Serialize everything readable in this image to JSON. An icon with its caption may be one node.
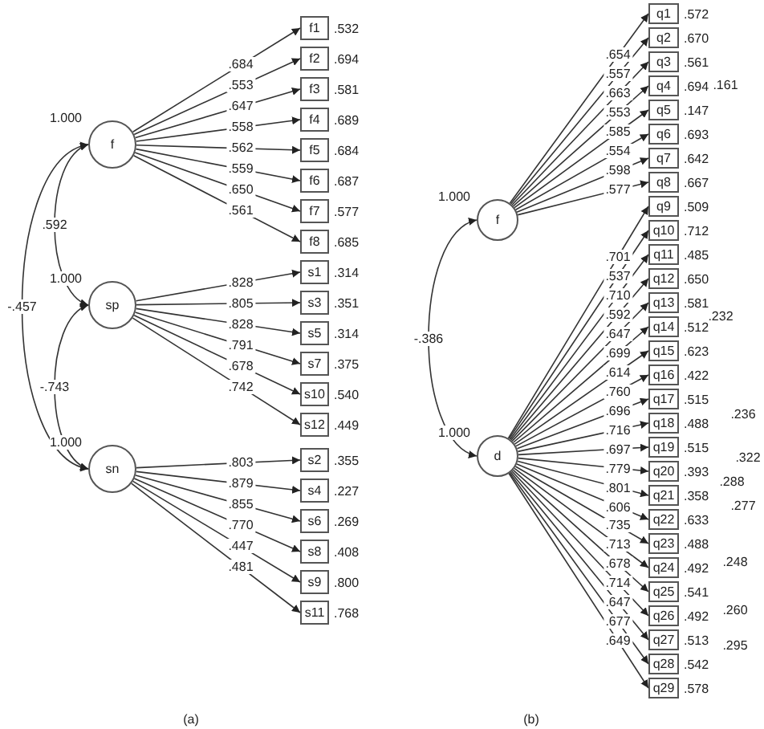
{
  "diagram": {
    "nodes": [
      {
        "text": [
          "f"
        ],
        "beside": [
          "1.000"
        ]
      },
      {
        "text": [
          "f1"
        ],
        "beside": [
          ".532"
        ]
      },
      {
        "text": [
          "f2"
        ],
        "beside": [
          ".694"
        ]
      },
      {
        "text": [
          "f3"
        ],
        "beside": [
          ".581"
        ]
      },
      {
        "text": [
          "f4"
        ],
        "beside": [
          ".689"
        ]
      },
      {
        "text": [
          "f5"
        ],
        "beside": [
          ".684"
        ]
      },
      {
        "text": [
          "f6"
        ],
        "beside": [
          ".687"
        ]
      },
      {
        "text": [
          "f7"
        ],
        "beside": [
          ".577"
        ]
      },
      {
        "text": [
          "f8"
        ],
        "beside": [
          ".685"
        ]
      },
      {
        "text": [
          "sp"
        ],
        "beside": [
          "1.000"
        ]
      },
      {
        "text": [
          "s1"
        ],
        "beside": [
          ".314"
        ]
      },
      {
        "text": [
          "s3"
        ],
        "beside": [
          ".351"
        ]
      },
      {
        "text": [
          "s5"
        ],
        "beside": [
          ".314"
        ]
      },
      {
        "text": [
          "s7"
        ],
        "beside": [
          ".375"
        ]
      },
      {
        "text": [
          "s10"
        ],
        "beside": [
          ".540"
        ]
      },
      {
        "text": [
          "s12"
        ],
        "beside": [
          ".449"
        ]
      },
      {
        "text": [
          "sn"
        ],
        "beside": [
          "1.000"
        ]
      },
      {
        "text": [
          "s2"
        ],
        "beside": [
          ".355"
        ]
      },
      {
        "text": [
          "s4"
        ],
        "beside": [
          ".227"
        ]
      },
      {
        "text": [
          "s6"
        ],
        "beside": [
          ".269"
        ]
      },
      {
        "text": [
          "s8"
        ],
        "beside": [
          ".408"
        ]
      },
      {
        "text": [
          "s9"
        ],
        "beside": [
          ".800"
        ]
      },
      {
        "text": [
          "s11"
        ],
        "beside": [
          ".768"
        ]
      },
      {
        "text": [
          "f"
        ],
        "beside": [
          "1.000"
        ]
      },
      {
        "text": [
          "q1"
        ],
        "beside": [
          ".572"
        ]
      },
      {
        "text": [
          "q2"
        ],
        "beside": [
          ".670"
        ]
      },
      {
        "text": [
          "q3"
        ],
        "beside": [
          ".561"
        ]
      },
      {
        "text": [
          "q4"
        ],
        "beside": [
          ".694"
        ]
      },
      {
        "text": [
          "q5"
        ],
        "beside": [
          ".147"
        ]
      },
      {
        "text": [
          "q6"
        ],
        "beside": [
          ".693"
        ]
      },
      {
        "text": [
          "q7"
        ],
        "beside": [
          ".642"
        ]
      },
      {
        "text": [
          "q8"
        ],
        "beside": [
          ".667"
        ]
      },
      {
        "text": [
          "d"
        ],
        "beside": [
          "1.000"
        ]
      },
      {
        "text": [
          "q9"
        ],
        "beside": [
          ".509"
        ]
      },
      {
        "text": [
          "q10"
        ],
        "beside": [
          ".712"
        ]
      },
      {
        "text": [
          "q11"
        ],
        "beside": [
          ".485"
        ]
      },
      {
        "text": [
          "q12"
        ],
        "beside": [
          ".650"
        ]
      },
      {
        "text": [
          "q13"
        ],
        "beside": [
          ".581"
        ]
      },
      {
        "text": [
          "q14"
        ],
        "beside": [
          ".512"
        ]
      },
      {
        "text": [
          "q15"
        ],
        "beside": [
          ".623"
        ]
      },
      {
        "text": [
          "q16"
        ],
        "beside": [
          ".422"
        ]
      },
      {
        "text": [
          "q17"
        ],
        "beside": [
          ".515"
        ]
      },
      {
        "text": [
          "q18"
        ],
        "beside": [
          ".488"
        ]
      },
      {
        "text": [
          "q19"
        ],
        "beside": [
          ".515"
        ]
      },
      {
        "text": [
          "q20"
        ],
        "beside": [
          ".393"
        ]
      },
      {
        "text": [
          "q21"
        ],
        "beside": [
          ".358"
        ]
      },
      {
        "text": [
          "q22"
        ],
        "beside": [
          ".633"
        ]
      },
      {
        "text": [
          "q23"
        ],
        "beside": [
          ".488"
        ]
      },
      {
        "text": [
          "q24"
        ],
        "beside": [
          ".492"
        ]
      },
      {
        "text": [
          "q25"
        ],
        "beside": [
          ".541"
        ]
      },
      {
        "text": [
          "q26"
        ],
        "beside": [
          ".492"
        ]
      },
      {
        "text": [
          "q27"
        ],
        "beside": [
          ".513"
        ]
      },
      {
        "text": [
          "q28"
        ],
        "beside": [
          ".542"
        ]
      },
      {
        "text": [
          "q29"
        ],
        "beside": [
          ".578"
        ]
      }
    ],
    "edges": [
      {
        "from": 0,
        "to": 1,
        "arrow": "to",
        "label": ".684"
      },
      {
        "from": 0,
        "to": 2,
        "arrow": "to",
        "label": ".553"
      },
      {
        "from": 0,
        "to": 3,
        "arrow": "to",
        "label": ".647"
      },
      {
        "from": 0,
        "to": 4,
        "arrow": "to",
        "label": ".558"
      },
      {
        "from": 0,
        "to": 5,
        "arrow": "to",
        "label": ".562"
      },
      {
        "from": 0,
        "to": 6,
        "arrow": "to",
        "label": ".559"
      },
      {
        "from": 0,
        "to": 7,
        "arrow": "to",
        "label": ".650"
      },
      {
        "from": 0,
        "to": 8,
        "arrow": "to",
        "label": ".561"
      },
      {
        "from": 9,
        "to": 10,
        "arrow": "to",
        "label": ".828"
      },
      {
        "from": 9,
        "to": 11,
        "arrow": "to",
        "label": ".805"
      },
      {
        "from": 9,
        "to": 12,
        "arrow": "to",
        "label": ".828"
      },
      {
        "from": 9,
        "to": 13,
        "arrow": "to",
        "label": ".791"
      },
      {
        "from": 9,
        "to": 14,
        "arrow": "to",
        "label": ".678"
      },
      {
        "from": 9,
        "to": 15,
        "arrow": "to",
        "label": ".742"
      },
      {
        "from": 16,
        "to": 17,
        "arrow": "to",
        "label": ".803"
      },
      {
        "from": 16,
        "to": 18,
        "arrow": "to",
        "label": ".879"
      },
      {
        "from": 16,
        "to": 19,
        "arrow": "to",
        "label": ".855"
      },
      {
        "from": 16,
        "to": 20,
        "arrow": "to",
        "label": ".770"
      },
      {
        "from": 16,
        "to": 21,
        "arrow": "to",
        "label": ".447"
      },
      {
        "from": 16,
        "to": 22,
        "arrow": "to",
        "label": ".481"
      },
      {
        "from": 0,
        "to": 9,
        "arrow": "both",
        "label": ".592"
      },
      {
        "from": 0,
        "to": 16,
        "arrow": "both",
        "label": "-.457"
      },
      {
        "from": 9,
        "to": 16,
        "arrow": "both",
        "label": "-.743"
      },
      {
        "from": 23,
        "to": 24,
        "arrow": "to",
        "label": ".654"
      },
      {
        "from": 23,
        "to": 25,
        "arrow": "to",
        "label": ".557"
      },
      {
        "from": 23,
        "to": 26,
        "arrow": "to",
        "label": ".663"
      },
      {
        "from": 23,
        "to": 27,
        "arrow": "to",
        "label": ".553"
      },
      {
        "from": 23,
        "to": 28,
        "arrow": "to",
        "label": ".585"
      },
      {
        "from": 23,
        "to": 29,
        "arrow": "to",
        "label": ".554"
      },
      {
        "from": 23,
        "to": 30,
        "arrow": "to",
        "label": ".598"
      },
      {
        "from": 23,
        "to": 31,
        "arrow": "to",
        "label": ".577"
      },
      {
        "from": 32,
        "to": 33,
        "arrow": "to",
        "label": ".701"
      },
      {
        "from": 32,
        "to": 34,
        "arrow": "to",
        "label": ".537"
      },
      {
        "from": 32,
        "to": 35,
        "arrow": "to",
        "label": ".710"
      },
      {
        "from": 32,
        "to": 36,
        "arrow": "to",
        "label": ".592"
      },
      {
        "from": 32,
        "to": 37,
        "arrow": "to",
        "label": ".647"
      },
      {
        "from": 32,
        "to": 38,
        "arrow": "to",
        "label": ".699"
      },
      {
        "from": 32,
        "to": 39,
        "arrow": "to",
        "label": ".614"
      },
      {
        "from": 32,
        "to": 40,
        "arrow": "to",
        "label": ".760"
      },
      {
        "from": 32,
        "to": 41,
        "arrow": "to",
        "label": ".696"
      },
      {
        "from": 32,
        "to": 42,
        "arrow": "to",
        "label": ".716"
      },
      {
        "from": 32,
        "to": 43,
        "arrow": "to",
        "label": ".697"
      },
      {
        "from": 32,
        "to": 44,
        "arrow": "to",
        "label": ".779"
      },
      {
        "from": 32,
        "to": 45,
        "arrow": "to",
        "label": ".801"
      },
      {
        "from": 32,
        "to": 46,
        "arrow": "to",
        "label": ".606"
      },
      {
        "from": 32,
        "to": 47,
        "arrow": "to",
        "label": ".735"
      },
      {
        "from": 32,
        "to": 48,
        "arrow": "to",
        "label": ".713"
      },
      {
        "from": 32,
        "to": 49,
        "arrow": "to",
        "label": ".678"
      },
      {
        "from": 32,
        "to": 50,
        "arrow": "to",
        "label": ".714"
      },
      {
        "from": 32,
        "to": 51,
        "arrow": "to",
        "label": ".647"
      },
      {
        "from": 32,
        "to": 52,
        "arrow": "to",
        "label": ".677"
      },
      {
        "from": 32,
        "to": 53,
        "arrow": "to",
        "label": ".649"
      },
      {
        "from": 23,
        "to": 32,
        "arrow": "both",
        "label": "-.386"
      }
    ],
    "labels": [
      ".161",
      ".232",
      ".236",
      ".322",
      ".288",
      ".277",
      ".248",
      ".260",
      ".295",
      "(a)",
      "(b)"
    ]
  }
}
